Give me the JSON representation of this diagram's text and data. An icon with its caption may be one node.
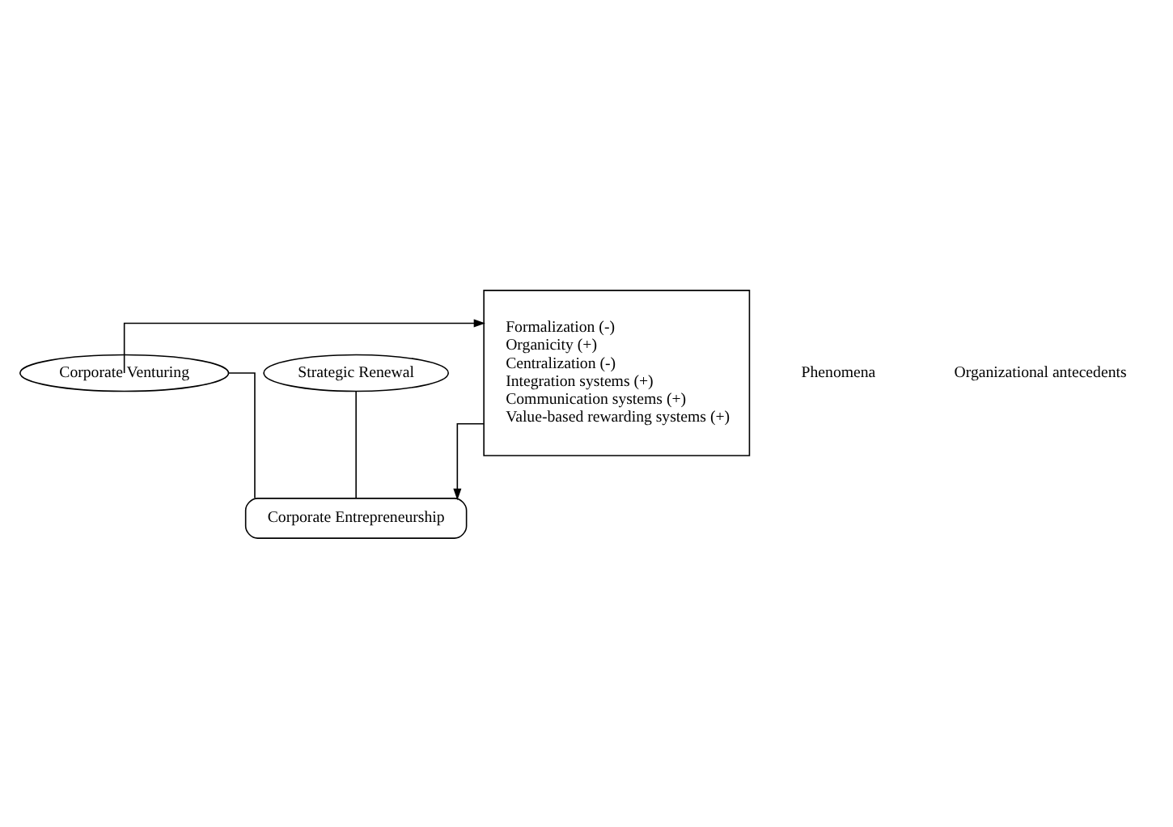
{
  "diagram": {
    "nodes": [
      {
        "text": [
          "Corporate Venturing"
        ]
      },
      {
        "text": [
          "Strategic Renewal"
        ]
      },
      {
        "text": [
          "Corporate Entrepreneurship"
        ]
      },
      {
        "text": [
          "Formalization (-)",
          "Organicity (+)",
          "Centralization (-)",
          "Integration systems (+)",
          "Communication systems (+)",
          "Value-based rewarding systems (+)"
        ]
      }
    ],
    "edges": [
      {
        "from": 0,
        "to": 2,
        "arrow": "none"
      },
      {
        "from": 1,
        "to": 2,
        "arrow": "none"
      },
      {
        "from": 3,
        "to": 2,
        "arrow": "to"
      },
      {
        "from": 0,
        "to": 3,
        "arrow": "to"
      }
    ],
    "labels": [
      "Phenomena",
      "Organizational antecedents"
    ]
  }
}
